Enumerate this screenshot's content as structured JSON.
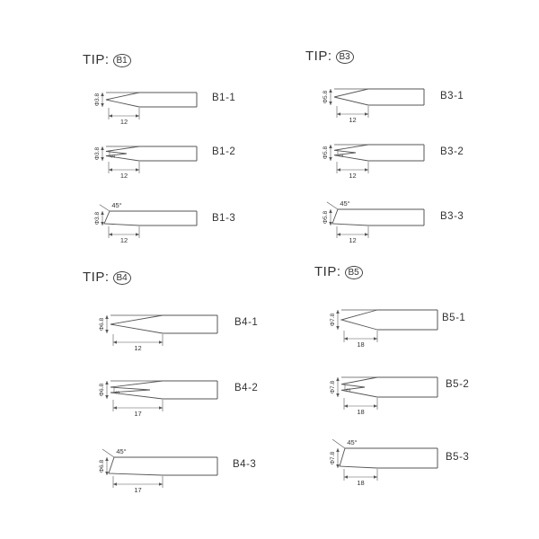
{
  "groups": [
    {
      "word": "TIP:",
      "code": "B1",
      "items": [
        {
          "label": "B1-1",
          "shape": "point",
          "dia": "Φ3.8",
          "len": "12"
        },
        {
          "label": "B1-2",
          "shape": "fork",
          "dia": "Φ3.8",
          "len": "12",
          "w": "2"
        },
        {
          "label": "B1-3",
          "shape": "bevel",
          "dia": "Φ3.8",
          "len": "12",
          "angle": "45°"
        }
      ]
    },
    {
      "word": "TIP:",
      "code": "B3",
      "items": [
        {
          "label": "B3-1",
          "shape": "point",
          "dia": "Φ5.8",
          "len": "12"
        },
        {
          "label": "B3-2",
          "shape": "fork",
          "dia": "Φ5.8",
          "len": "12",
          "w": "2"
        },
        {
          "label": "B3-3",
          "shape": "bevel",
          "dia": "Φ5.8",
          "len": "12",
          "angle": "45°"
        }
      ]
    },
    {
      "word": "TIP:",
      "code": "B4",
      "items": [
        {
          "label": "B4-1",
          "shape": "point",
          "dia": "Φ6.8",
          "len": "12"
        },
        {
          "label": "B4-2",
          "shape": "fork",
          "dia": "Φ6.8",
          "len": "17",
          "w": "3"
        },
        {
          "label": "B4-3",
          "shape": "bevel",
          "dia": "Φ6.8",
          "len": "17",
          "angle": "45°"
        }
      ]
    },
    {
      "word": "TIP:",
      "code": "B5",
      "items": [
        {
          "label": "B5-1",
          "shape": "point",
          "dia": "Φ7.8",
          "len": "18"
        },
        {
          "label": "B5-2",
          "shape": "fork",
          "dia": "Φ7.8",
          "len": "18",
          "w": "3"
        },
        {
          "label": "B5-3",
          "shape": "bevel",
          "dia": "Φ7.8",
          "len": "18",
          "angle": "45°"
        }
      ]
    }
  ]
}
